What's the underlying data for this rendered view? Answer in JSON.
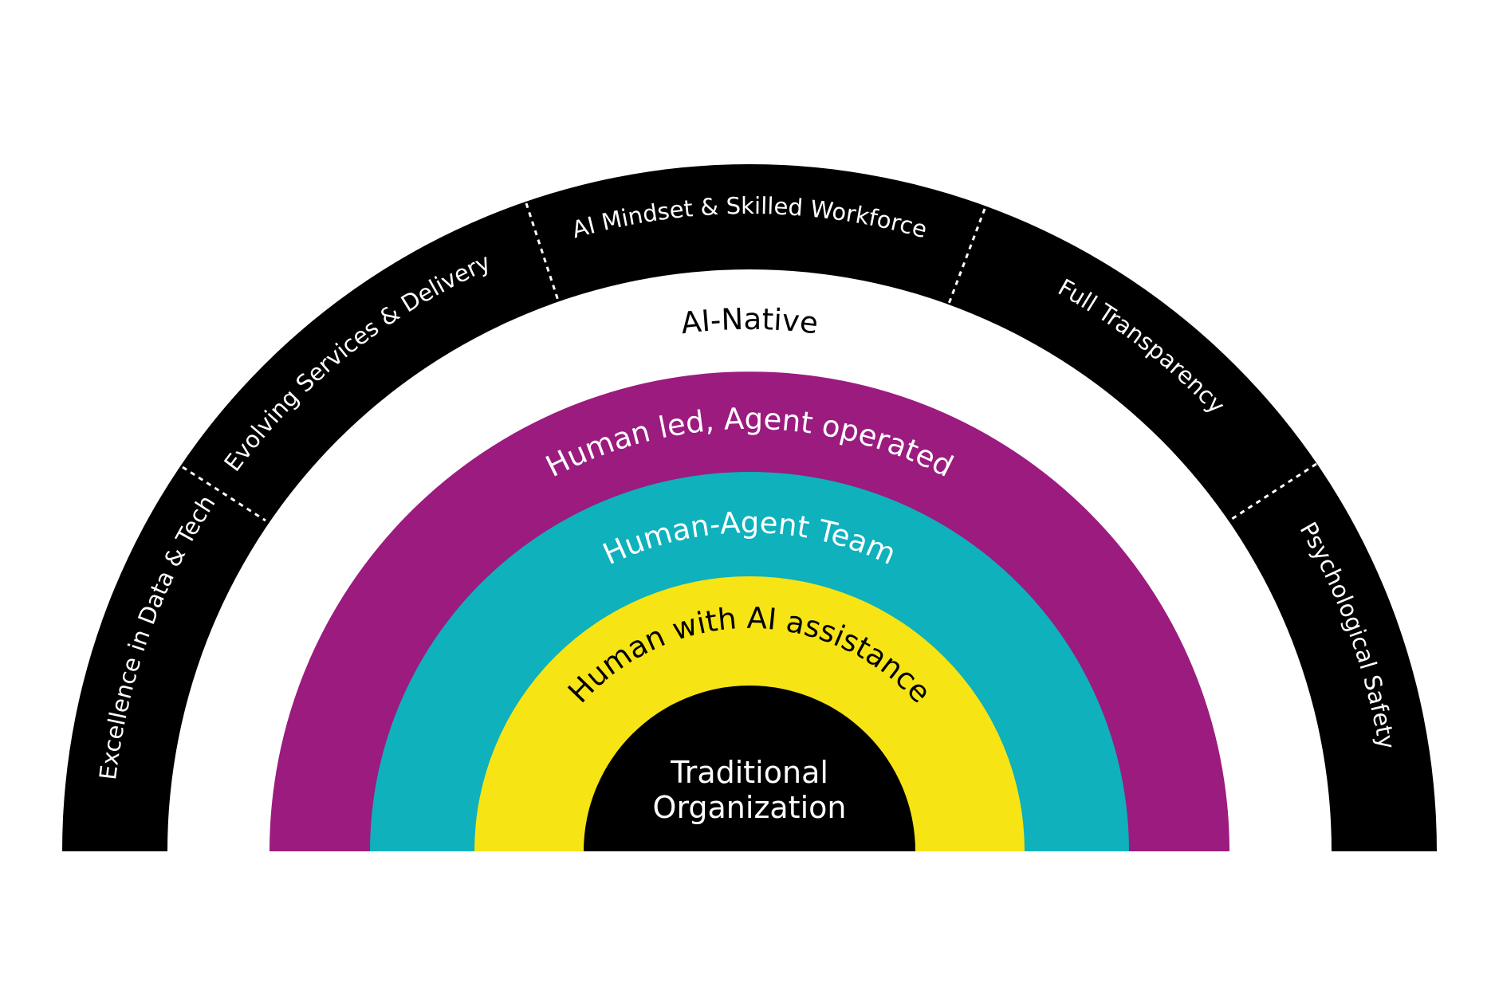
{
  "colors": {
    "outer_ring": "#000000",
    "ai_native": "#ffffff",
    "agent_operated": "#9b1b7f",
    "human_agent_team": "#0eb1bc",
    "ai_assistance": "#f7e415",
    "traditional": "#000000"
  },
  "pillars": [
    {
      "label": "Excellence in Data & Tech"
    },
    {
      "label": "Evolving Services & Delivery"
    },
    {
      "label": "AI Mindset & Skilled Workforce"
    },
    {
      "label": "Full Transparency"
    },
    {
      "label": "Psychological Safety"
    }
  ],
  "levels": [
    {
      "label": "AI-Native",
      "text_color": "#000000"
    },
    {
      "label": "Human led, Agent operated",
      "text_color": "#ffffff"
    },
    {
      "label": "Human-Agent Team",
      "text_color": "#ffffff"
    },
    {
      "label": "Human with AI assistance",
      "text_color": "#000000"
    }
  ],
  "core": {
    "line1": "Traditional",
    "line2": "Organization"
  }
}
